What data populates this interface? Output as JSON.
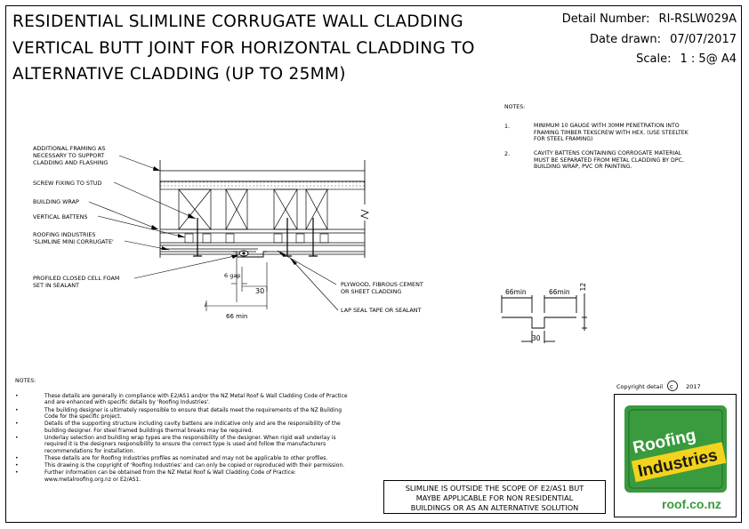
{
  "header": {
    "title_lines": [
      "RESIDENTIAL SLIMLINE CORRUGATE WALL CLADDING",
      "VERTICAL BUTT JOINT FOR HORIZONTAL CLADDING TO",
      "ALTERNATIVE CLADDING (UP TO 25MM)"
    ],
    "detail_number_label": "Detail Number:",
    "detail_number": "RI-RSLW029A",
    "date_label": "Date drawn:",
    "date": "07/07/2017",
    "scale_label": "Scale:",
    "scale": "1 : 5@ A4"
  },
  "callouts": {
    "additional_framing": [
      "ADDITIONAL FRAMING AS",
      "NECESSARY TO SUPPORT",
      "CLADDING AND FLASHING"
    ],
    "screw_fixing": "SCREW FIXING TO STUD",
    "building_wrap": "BUILDING WRAP",
    "vertical_battens": "VERTICAL BATTENS",
    "roofing_industries": [
      "ROOFING INDUSTRIES",
      "'SLIMLINE MINI CORRUGATE'"
    ],
    "foam": [
      "PROFILED CLOSED CELL FOAM",
      "SET IN SEALANT"
    ],
    "plywood": [
      "PLYWOOD, FIBROUS CEMENT",
      "OR SHEET CLADDING"
    ],
    "lap_seal": "LAP SEAL TAPE OR SEALANT"
  },
  "dimensions": {
    "gap": "6 gap",
    "thirty": "30",
    "sixty_six": "66 min",
    "profile_left": "66min",
    "profile_right": "66min",
    "profile_depth": "12",
    "profile_width": "30"
  },
  "notes_top": {
    "heading": "NOTES:",
    "items": [
      {
        "num": "1.",
        "lines": [
          "MINIMUM 10 GAUGE WITH 30mm PENETRATION INTO",
          "FRAMING TIMBER TEKSCREW WITH HEX.  (USE STEELTEK",
          "FOR STEEL FRAMING)"
        ]
      },
      {
        "num": "2.",
        "lines": [
          "CAVITY BATTENS CONTAINING CORROGATE MATERIAL",
          "MUST BE SEPARATED FROM METAL CLADDING BY DPC,",
          "BUILDING WRAP, PVC OR PAINTING."
        ]
      }
    ]
  },
  "notes_bottom": {
    "heading": "NOTES:",
    "bullets": [
      [
        "These details are generally in compliance with E2/AS1 and/or the NZ Metal Roof & Wall Cladding Code of Practice",
        "and are enhanced with specific details by 'Roofing Industries'."
      ],
      [
        "The building designer is ultimately responsible to ensure that details meet the requirements of the NZ Building",
        "Code for the specific project."
      ],
      [
        "Details of the supporting structure including cavity battens are indicative only and are the responsibility of the",
        "building designer.  For steel framed buildings thermal breaks may be required."
      ],
      [
        "Underlay selection and building wrap types are the responsibility of the designer.  When rigid wall underlay is",
        "required it is the designers responsibility to ensure the correct type is used and follow the manufacturers",
        "recommendations for installation."
      ],
      [
        "These details are for Roofing Industries profiles as nominated and may not be applicable to other profiles."
      ],
      [
        "This drawing is the copyright of 'Roofing Industries' and can only be copied or reproduced with their permission."
      ],
      [
        "Further information can be obtained from the NZ Metal Roof & Wall Cladding Code of Practice:",
        "www.metalroofing.org.nz or E2/AS1."
      ]
    ]
  },
  "scope_notice": [
    "SLIMLINE IS OUTSIDE THE SCOPE OF E2/AS1 BUT",
    "MAYBE APPLICABLE FOR NON RESIDENTIAL",
    "BUILDINGS OR AS AN ALTERNATIVE SOLUTION"
  ],
  "copyright": {
    "label": "Copyright detail",
    "year": "2017"
  },
  "logo": {
    "line1": "Roofing",
    "line2": "Industries",
    "url": "roof.co.nz",
    "green": "#3a9a3e",
    "yellow": "#f3d31c",
    "dark_green": "#1f6b2a"
  }
}
